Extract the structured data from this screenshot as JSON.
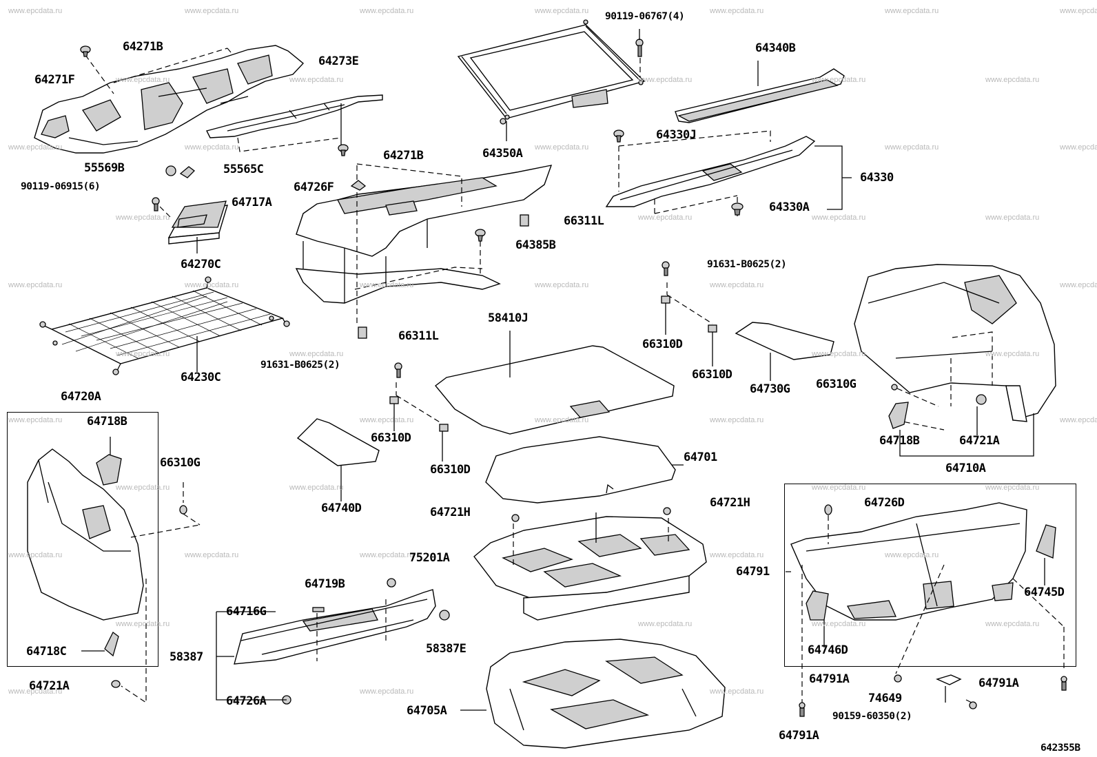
{
  "diagram_code": "642355B",
  "watermark": "www.epcdata.ru",
  "part_labels": [
    "90119-06767(4)",
    "64271B",
    "64271F",
    "64273E",
    "64340B",
    "64350A",
    "64330J",
    "64271B",
    "55569B",
    "55565C",
    "64726F",
    "90119-06915(6)",
    "64717A",
    "64330",
    "66311L",
    "64330A",
    "64385B",
    "64270C",
    "91631-B0625(2)",
    "66311L",
    "58410J",
    "66310D",
    "66310D",
    "64730G",
    "66310G",
    "91631-B0625(2)",
    "64230C",
    "64720A",
    "64718B",
    "64718B",
    "64721A",
    "66310D",
    "66310D",
    "64701",
    "64710A",
    "66310G",
    "64740D",
    "64721H",
    "64721H",
    "64726D",
    "75201A",
    "64791",
    "64719B",
    "64745D",
    "64716G",
    "58387E",
    "64746D",
    "58387",
    "64718C",
    "64791A",
    "64791A",
    "74649",
    "64721A",
    "64726A",
    "64705A",
    "90159-60350(2)",
    "64791A"
  ]
}
